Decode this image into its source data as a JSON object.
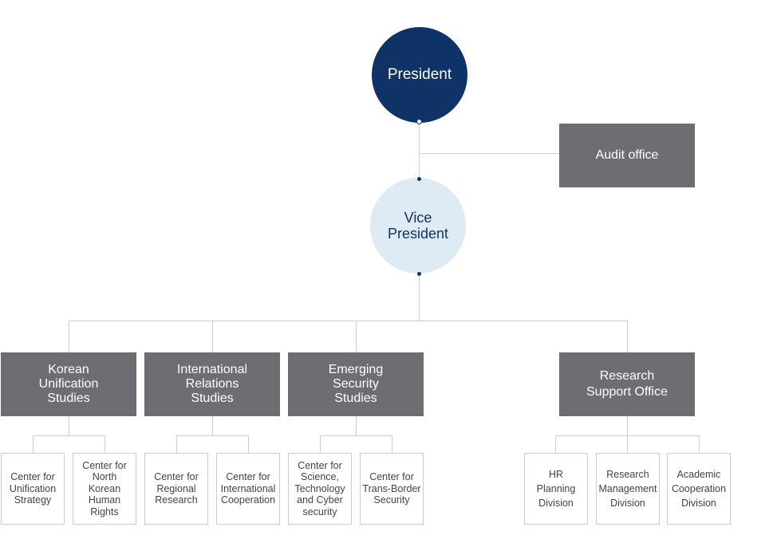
{
  "president": "President",
  "audit": "Audit office",
  "vice": [
    "Vice",
    "President"
  ],
  "divisions": [
    {
      "label": [
        "Korean",
        "Unification",
        "Studies"
      ],
      "centers": [
        [
          "Center for",
          "Unification",
          "Strategy"
        ],
        [
          "Center for",
          "North",
          "Korean",
          "Human",
          "Rights"
        ]
      ]
    },
    {
      "label": [
        "International",
        "Relations",
        "Studies"
      ],
      "centers": [
        [
          "Center for",
          "Regional",
          "Research"
        ],
        [
          "Center for",
          "International",
          "Cooperation"
        ]
      ]
    },
    {
      "label": [
        "Emerging",
        "Security",
        "Studies"
      ],
      "centers": [
        [
          "Center for",
          "Science,",
          "Technology",
          "and Cyber",
          "security"
        ],
        [
          "Center for",
          "Trans-Border",
          "Security"
        ]
      ]
    },
    {
      "label": [
        "Research",
        "Support Office"
      ],
      "centers": [
        [
          "HR",
          "Planning",
          "Division"
        ],
        [
          "Research",
          "Management",
          "Division"
        ],
        [
          "Academic",
          "Cooperation",
          "Division"
        ]
      ]
    }
  ]
}
